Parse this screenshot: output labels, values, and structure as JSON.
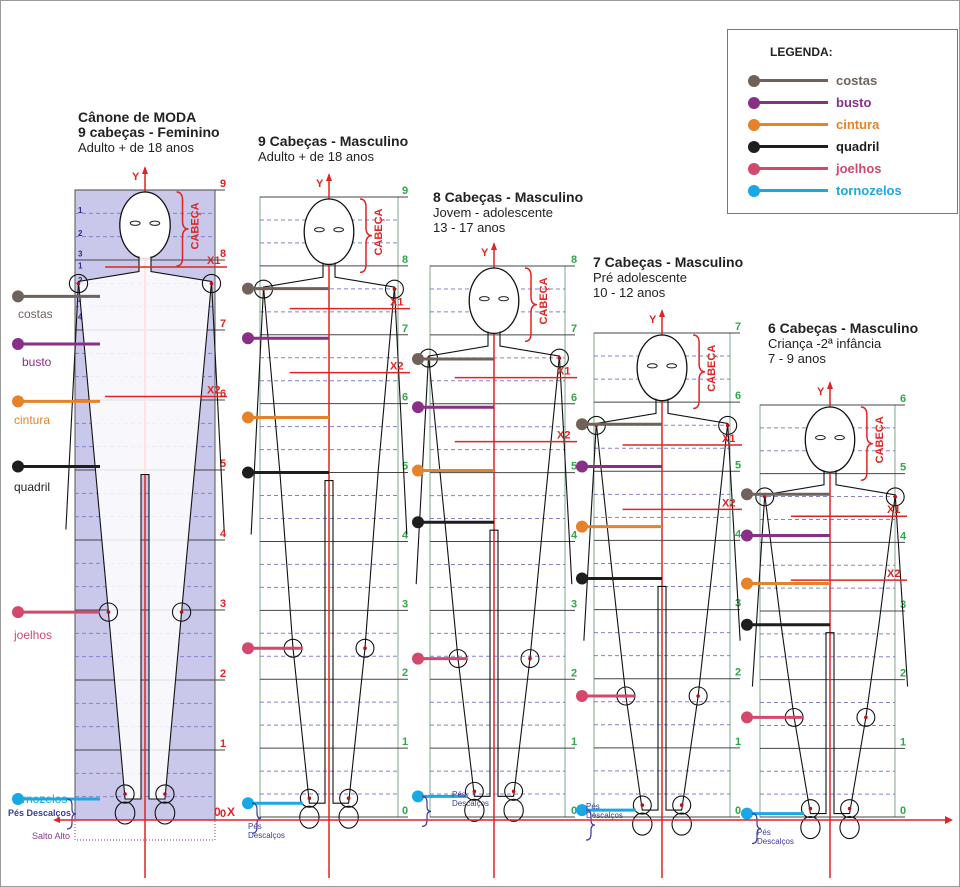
{
  "legend": {
    "title": "LEGENDA:",
    "items": [
      {
        "key": "costas",
        "label": "costas",
        "color": "#6f625a"
      },
      {
        "key": "busto",
        "label": "busto",
        "color": "#8a2f86"
      },
      {
        "key": "cintura",
        "label": "cintura",
        "color": "#e6822a"
      },
      {
        "key": "quadril",
        "label": "quadril",
        "color": "#1e1e1e"
      },
      {
        "key": "joelhos",
        "label": "joelhos",
        "color": "#d3496b"
      },
      {
        "key": "tornozelos",
        "label": "tornozelos",
        "color": "#18a8e4"
      }
    ]
  },
  "colors": {
    "axis": "#e02424",
    "grid_green": "#2fa84a",
    "panel_fill": "#c9c8ea",
    "brace": "#3b3b9a",
    "salto": "#8a3a8a"
  },
  "axis_labels": {
    "y": "Y",
    "x": "X",
    "x1": "X1",
    "x2": "X2",
    "cabeca": "CABEÇA",
    "zero": "0"
  },
  "side_labels": {
    "pes_descalcos": "Pés Descalços",
    "pes": "Pés",
    "descalcos": "Descalços",
    "salto_alto": "Salto Alto"
  },
  "panels": [
    {
      "id": "feminino-9",
      "title": "Cânone de MODA",
      "title2": "9 cabeças - Feminino",
      "subtitle": "Adulto + de 18 anos",
      "heads": 9,
      "sub_numbers": [
        "1",
        "2",
        "3",
        "1",
        "2",
        "3",
        "4"
      ],
      "level_labels": [
        "0",
        "1",
        "2",
        "3",
        "4",
        "5",
        "6",
        "7",
        "8",
        "9"
      ]
    },
    {
      "id": "masculino-9",
      "title": "9 Cabeças - Masculino",
      "subtitle": "Adulto + de 18 anos",
      "heads": 9,
      "level_labels": [
        "0",
        "1",
        "2",
        "3",
        "4",
        "5",
        "6",
        "7",
        "8",
        "9"
      ]
    },
    {
      "id": "masculino-8",
      "title": "8 Cabeças - Masculino",
      "subtitle": "Jovem - adolescente",
      "subtitle2": "13 - 17 anos",
      "heads": 8,
      "level_labels": [
        "0",
        "1",
        "2",
        "3",
        "4",
        "5",
        "6",
        "7",
        "8"
      ]
    },
    {
      "id": "masculino-7",
      "title": "7 Cabeças - Masculino",
      "subtitle": "Pré adolescente",
      "subtitle2": "10 - 12 anos",
      "heads": 7,
      "level_labels": [
        "0",
        "1",
        "2",
        "3",
        "4",
        "5",
        "6",
        "7"
      ]
    },
    {
      "id": "masculino-6",
      "title": "6 Cabeças - Masculino",
      "subtitle": "Criança -2ª infância",
      "subtitle2": "7 - 9 anos",
      "heads": 6,
      "level_labels": [
        "0",
        "1",
        "2",
        "3",
        "4",
        "5",
        "6"
      ]
    }
  ]
}
